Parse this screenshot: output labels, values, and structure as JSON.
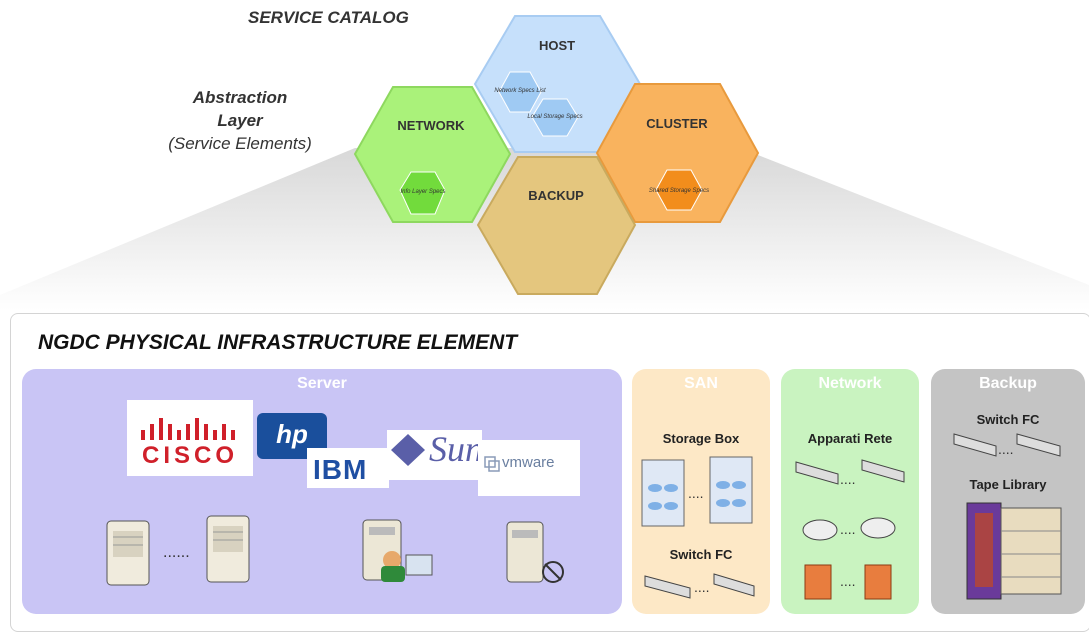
{
  "service_catalog": {
    "title": "SERVICE CATALOG",
    "hexagons": {
      "host": {
        "label": "HOST",
        "items": [
          "Network Specs List",
          "Local Storage Specs"
        ]
      },
      "network": {
        "label": "NETWORK",
        "items": [
          "Info Layer Specs"
        ]
      },
      "cluster": {
        "label": "CLUSTER",
        "items": [
          "Shared Storage Specs"
        ]
      },
      "backup": {
        "label": "BACKUP"
      }
    }
  },
  "abstraction_layer": {
    "line1": "Abstraction",
    "line2": "Layer",
    "line3": "(Service Elements)"
  },
  "infrastructure": {
    "title": "NGDC PHYSICAL INFRASTRUCTURE ELEMENT",
    "server": {
      "title": "Server",
      "logos": {
        "cisco": "CISCO",
        "hp": "hp",
        "ibm": "IBM",
        "sun": "Sun",
        "vmware": "vmware"
      },
      "icons": [
        "server-tower-icon",
        "server-tower-icon",
        "server-user-icon",
        "server-virtual-icon"
      ]
    },
    "san": {
      "title": "SAN",
      "storage_label": "Storage Box",
      "switch_label": "Switch FC"
    },
    "network": {
      "title": "Network",
      "devices_label": "Apparati Rete"
    },
    "backup": {
      "title": "Backup",
      "switch_label": "Switch FC",
      "tape_label": "Tape Library"
    }
  },
  "colors": {
    "host_hex": "#c6e0fb",
    "network_hex": "#aaf27a",
    "cluster_hex": "#f9b35e",
    "backup_hex": "#e4c67e",
    "server_bg": "#c9c5f5",
    "san_bg": "#fde8c6",
    "network_bg": "#c9f3c0",
    "backup_bg": "#c4c4c4"
  }
}
